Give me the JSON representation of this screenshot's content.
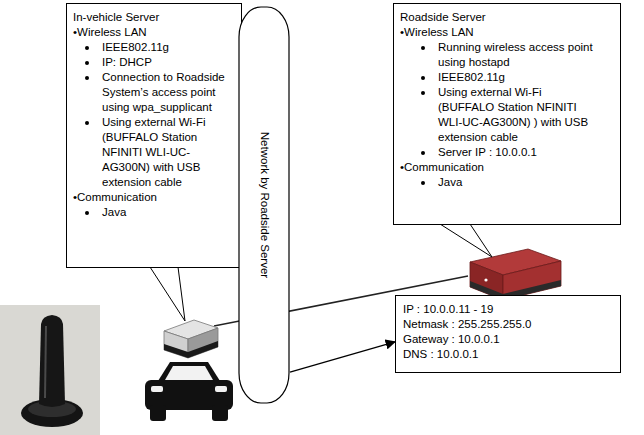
{
  "diagram": {
    "nodes": [
      {
        "text": [
          "In-vehicle Server",
          "•Wireless LAN",
          "IEEE802.11g",
          "IP: DHCP",
          "Connection to Roadside System’s access point using wpa_supplicant",
          "Using external Wi-Fi (BUFFALO Station NFINITI WLI-UC-AG300N) with USB extension cable",
          "•Communication",
          "Java"
        ]
      },
      {
        "text": [
          "Roadside Server",
          "•Wireless LAN",
          "Running wireless access point using hostapd",
          "IEEE802.11g",
          "Using external Wi-Fi (BUFFALO Station NFINITI WLI-UC-AG300N) ) with USB extension cable",
          "Server IP : 10.0.0.1",
          "•Communication",
          "Java"
        ]
      },
      {
        "text": [
          "Network by Roadside Server"
        ]
      },
      {
        "text": [
          "IP : 10.0.0.11 - 19",
          "Netmask : 255.255.255.0",
          "Gateway : 10.0.0.1",
          "DNS : 10.0.0.1"
        ]
      }
    ],
    "edges": [
      {
        "from": 2,
        "to": 3,
        "arrow": "to"
      }
    ]
  }
}
